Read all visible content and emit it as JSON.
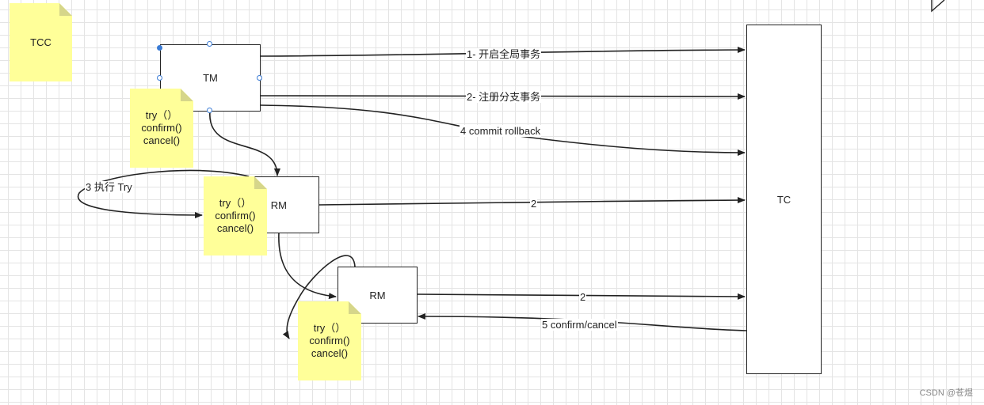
{
  "nodes": {
    "tm": "TM",
    "tc": "TC",
    "rm1": "RM",
    "rm2": "RM"
  },
  "notes": {
    "title": "TCC",
    "tm_methods": [
      "try（）",
      "confirm()",
      "cancel()"
    ],
    "rm1_methods": [
      "try（）",
      "confirm()",
      "cancel()"
    ],
    "rm2_methods": [
      "try（）",
      "confirm()",
      "cancel()"
    ]
  },
  "edges": {
    "begin_global": "1- 开启全局事务",
    "register_branch": "2- 注册分支事务",
    "commit_rollback": "4 commit rollback",
    "exec_try": "3 执行 Try",
    "rm1_register": "2",
    "rm2_register": "2",
    "confirm_cancel": "5 confirm/cancel"
  },
  "watermark": "CSDN @苍煜",
  "colors": {
    "note_fill": "#ffff99",
    "stroke": "#222222",
    "selection_handle": "#3a7bd5"
  }
}
